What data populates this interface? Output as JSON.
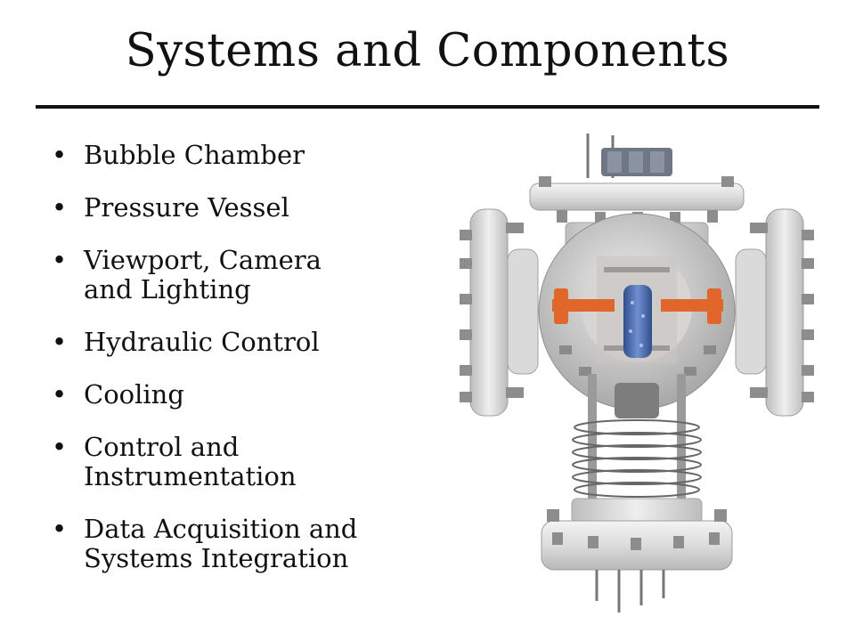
{
  "slide": {
    "title": "Systems and Components",
    "bullet_symbol": "•",
    "bullets": [
      {
        "line1": "Bubble Chamber",
        "line2": ""
      },
      {
        "line1": "Pressure Vessel",
        "line2": ""
      },
      {
        "line1": "Viewport, Camera",
        "line2": "and Lighting"
      },
      {
        "line1": "Hydraulic Control",
        "line2": ""
      },
      {
        "line1": "Cooling",
        "line2": ""
      },
      {
        "line1": "Control and",
        "line2": "Instrumentation"
      },
      {
        "line1": "Data Acquisition and",
        "line2": "Systems Integration"
      }
    ]
  },
  "colors": {
    "text": "#111111",
    "metal_light": "#e6e6e6",
    "metal_dark": "#8a8a8a",
    "orange": "#e0662a",
    "blue": "#3d5f9e"
  }
}
